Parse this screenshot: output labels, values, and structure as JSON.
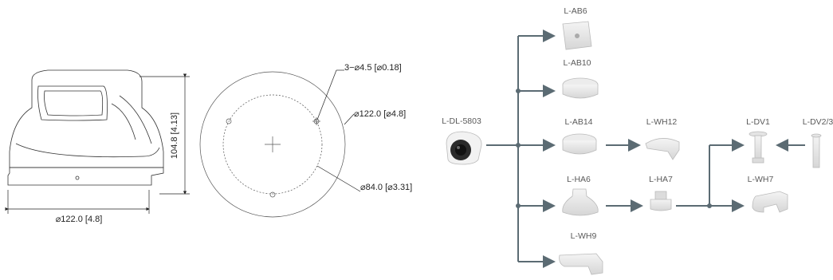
{
  "dimensions": {
    "side_width": "⌀122.0 [4.8]",
    "side_height": "104.8 [4.13]",
    "holes": "3−⌀4.5 [⌀0.18]",
    "outer_diameter": "⌀122.0 [⌀4.8]",
    "inner_diameter": "⌀84.0 [⌀3.31]"
  },
  "camera": {
    "model": "L-DL-5803"
  },
  "accessories": {
    "ab6": "L-AB6",
    "ab10": "L-AB10",
    "ab14": "L-AB14",
    "wh12": "L-WH12",
    "ha6": "L-HA6",
    "ha7": "L-HA7",
    "wh9": "L-WH9",
    "dv1": "L-DV1",
    "dv23": "L-DV2/3",
    "wh7": "L-WH7"
  },
  "colors": {
    "connector": "#5b6b73",
    "line": "#444444"
  }
}
